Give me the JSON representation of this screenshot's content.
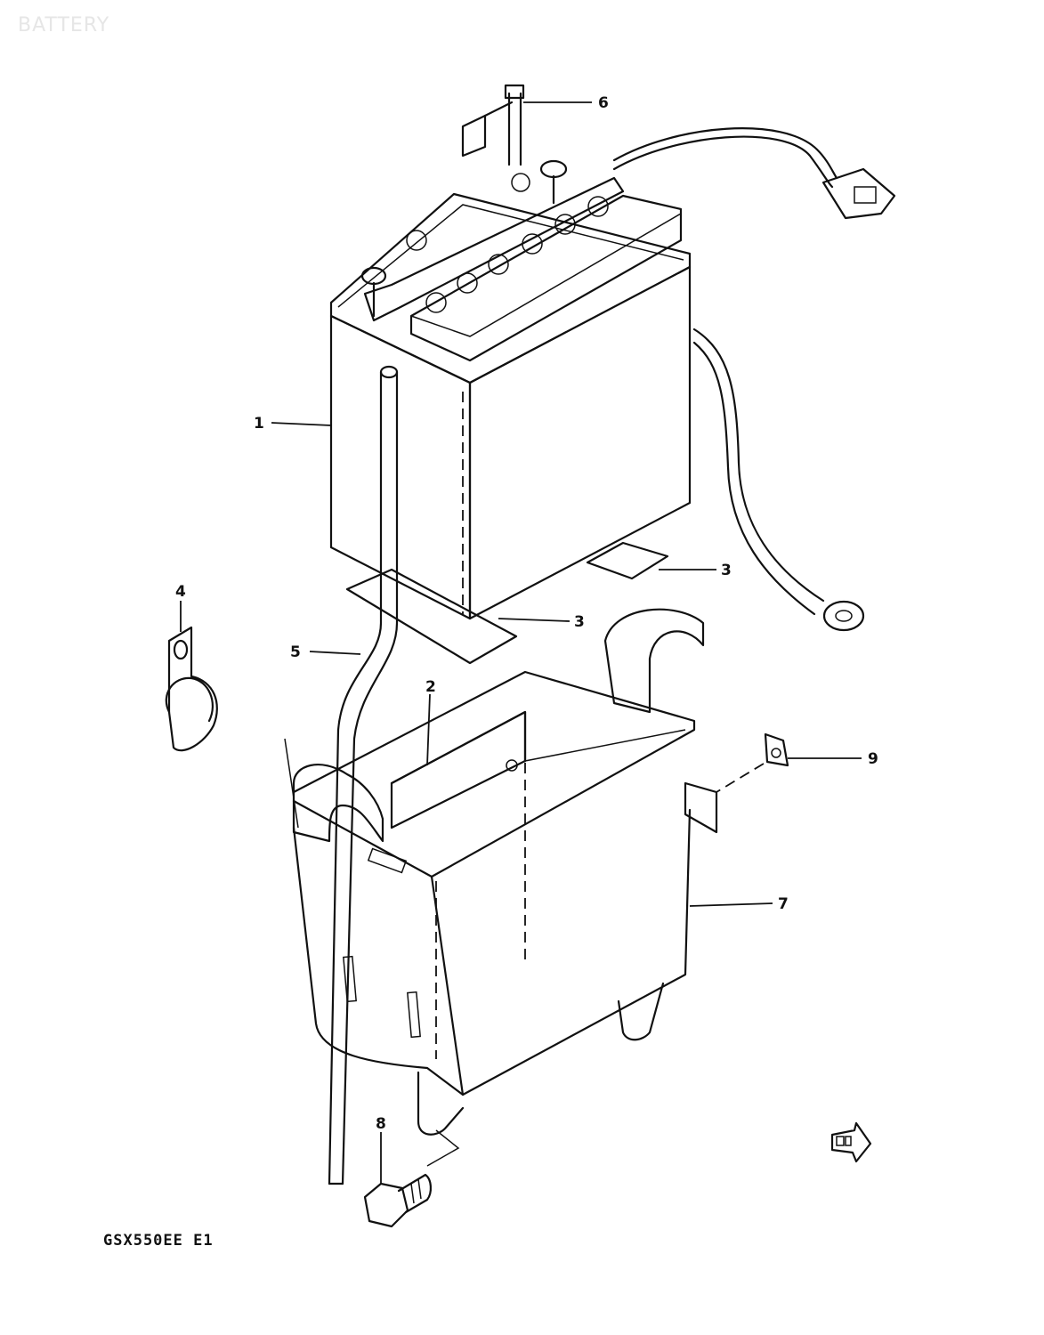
{
  "watermark": "BATTERY",
  "model_code": "GSX550EE E1",
  "callouts": [
    {
      "id": "1",
      "label": "1"
    },
    {
      "id": "2",
      "label": "2"
    },
    {
      "id": "3a",
      "label": "3"
    },
    {
      "id": "3b",
      "label": "3"
    },
    {
      "id": "4",
      "label": "4"
    },
    {
      "id": "5",
      "label": "5"
    },
    {
      "id": "6",
      "label": "6"
    },
    {
      "id": "7",
      "label": "7"
    },
    {
      "id": "8",
      "label": "8"
    },
    {
      "id": "9",
      "label": "9"
    }
  ],
  "colors": {
    "ink": "#111111",
    "paper": "#ffffff",
    "watermark": "#e6e6e6"
  },
  "icons": [
    "front-arrow-icon"
  ]
}
